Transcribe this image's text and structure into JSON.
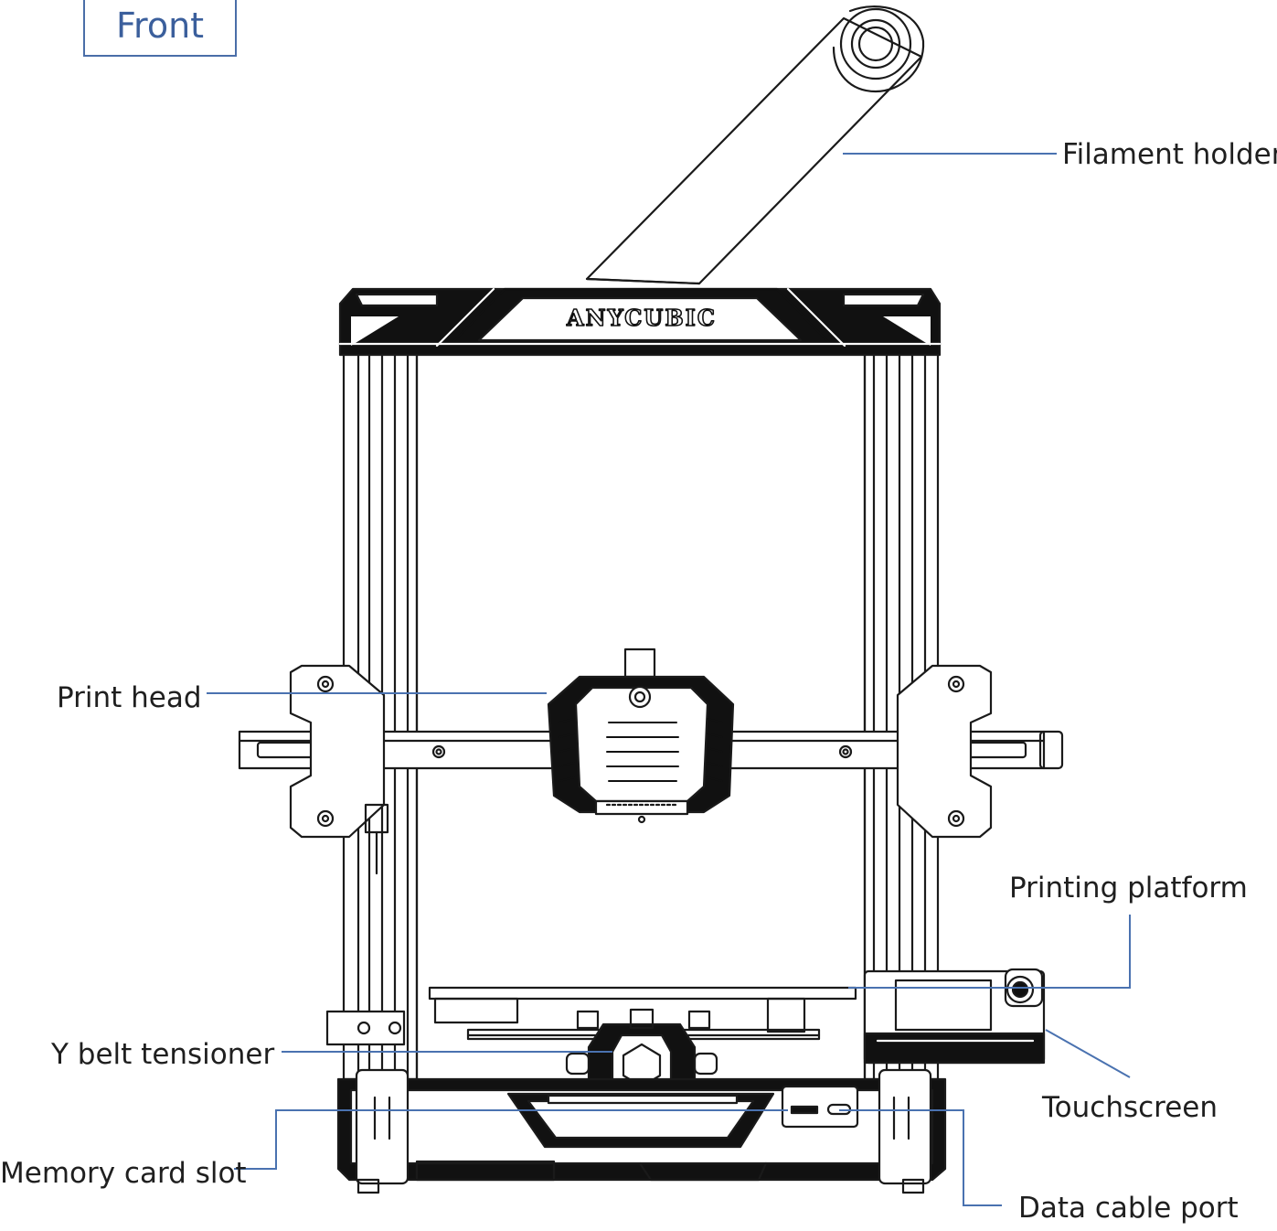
{
  "view_label": "Front",
  "brand_text": "ANYCUBIC",
  "leader_color": "#4a72b0",
  "line_color": "#1a1a1a",
  "labels": {
    "filament_holder": "Filament holder",
    "print_head": "Print head",
    "printing_platform": "Printing platform",
    "y_belt_tensioner": "Y belt tensioner",
    "touchscreen": "Touchscreen",
    "memory_card_slot": "Memory card slot",
    "data_cable_port": "Data cable port"
  }
}
